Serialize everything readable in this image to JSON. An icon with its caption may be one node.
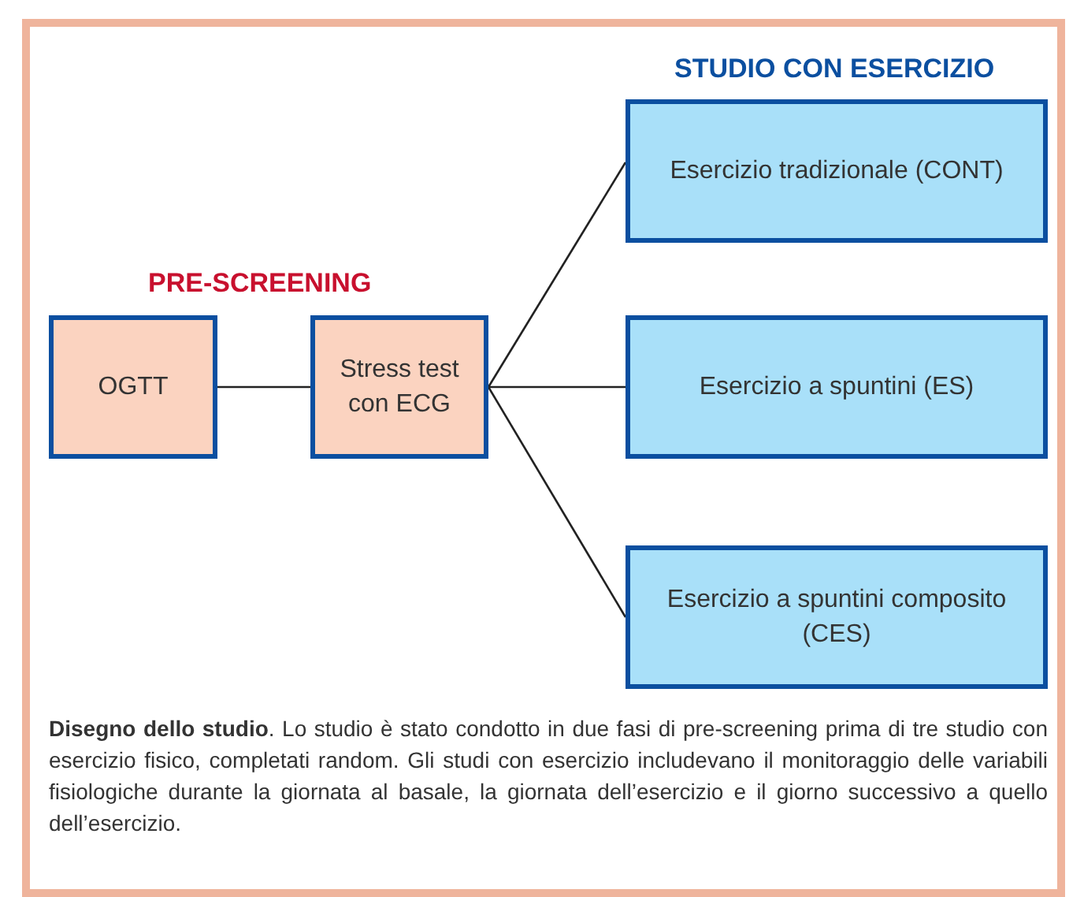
{
  "diagram": {
    "caption": "**Disegno dello studio**. Lo studio è stato condotto in due fasi di pre-screening prima di tre studio con esercizio fisico, completati random. Gli studi con esercizio includevano il monitoraggio delle variabili fisiologiche durante la giornata al basale, la giornata dell’esercizio e il giorno successivo a quello dell’esercizio.",
    "nodes": [
      {
        "text": [
          "OGTT"
        ]
      },
      {
        "text": [
          "Stress test con ECG"
        ]
      },
      {
        "text": [
          "Esercizio tradizionale (CONT)"
        ]
      },
      {
        "text": [
          "Esercizio a spuntini (ES)"
        ]
      },
      {
        "text": [
          "Esercizio a spuntini composito (CES)"
        ]
      }
    ],
    "edges": [
      {
        "from": 0,
        "to": 1,
        "arrow": "none"
      },
      {
        "from": 1,
        "to": 2,
        "arrow": "none"
      },
      {
        "from": 1,
        "to": 3,
        "arrow": "none"
      },
      {
        "from": 1,
        "to": 4,
        "arrow": "none"
      }
    ],
    "labels": [
      "STUDIO CON ESERCIZIO",
      "PRE-SCREENING"
    ]
  }
}
